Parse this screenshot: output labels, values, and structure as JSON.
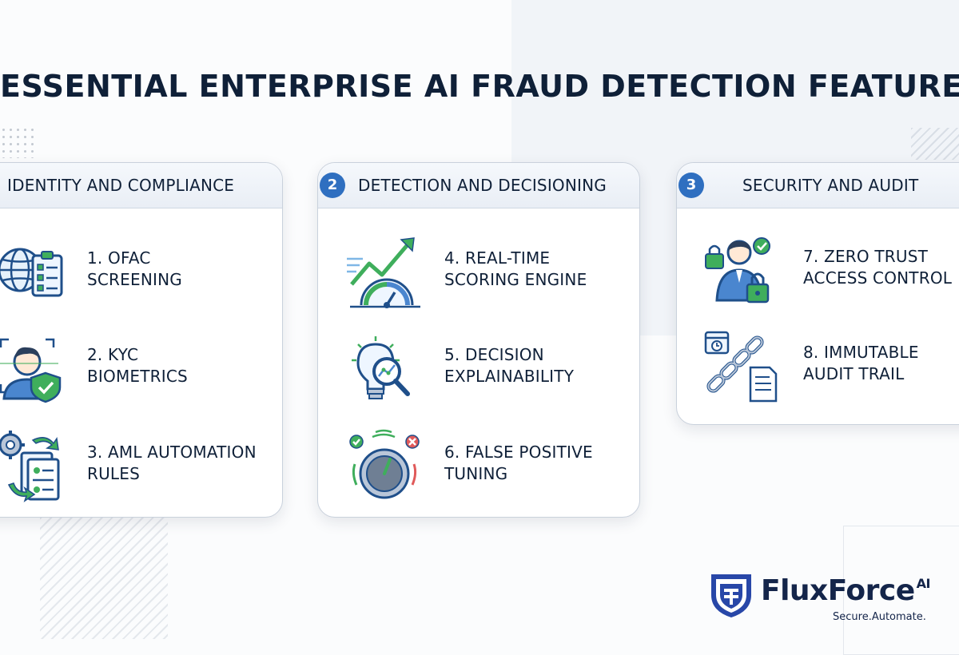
{
  "title": "ESSENTIAL ENTERPRISE AI FRAUD DETECTION FEATURES",
  "columns": [
    {
      "header": "IDENTITY AND COMPLIANCE",
      "number": "",
      "features": [
        {
          "label": "1. OFAC\nSCREENING",
          "icon": "globe-checklist-icon"
        },
        {
          "label": "2. KYC\nBIOMETRICS",
          "icon": "face-scan-shield-icon"
        },
        {
          "label": "3. AML AUTOMATION\nRULES",
          "icon": "gear-documents-icon"
        }
      ]
    },
    {
      "header": "DETECTION AND DECISIONING",
      "number": "2",
      "features": [
        {
          "label": "4. REAL-TIME\nSCORING ENGINE",
          "icon": "trend-gauge-icon"
        },
        {
          "label": "5. DECISION\nEXPLAINABILITY",
          "icon": "lightbulb-magnifier-icon"
        },
        {
          "label": "6. FALSE POSITIVE\nTUNING",
          "icon": "dial-check-cross-icon"
        }
      ]
    },
    {
      "header": "SECURITY AND AUDIT",
      "number": "3",
      "features": [
        {
          "label": "7. ZERO TRUST\nACCESS CONTROL",
          "icon": "user-locks-icon"
        },
        {
          "label": "8. IMMUTABLE\nAUDIT TRAIL",
          "icon": "chain-calendar-document-icon"
        }
      ]
    }
  ],
  "logo": {
    "name": "FluxForce",
    "superscript": "AI",
    "tagline": "Secure.Automate.",
    "icon": "shield-logo-icon"
  },
  "colors": {
    "navy": "#0f2038",
    "accent_blue": "#2f6fc0",
    "accent_green": "#2fa55a",
    "badge": "#2f6fc0"
  }
}
